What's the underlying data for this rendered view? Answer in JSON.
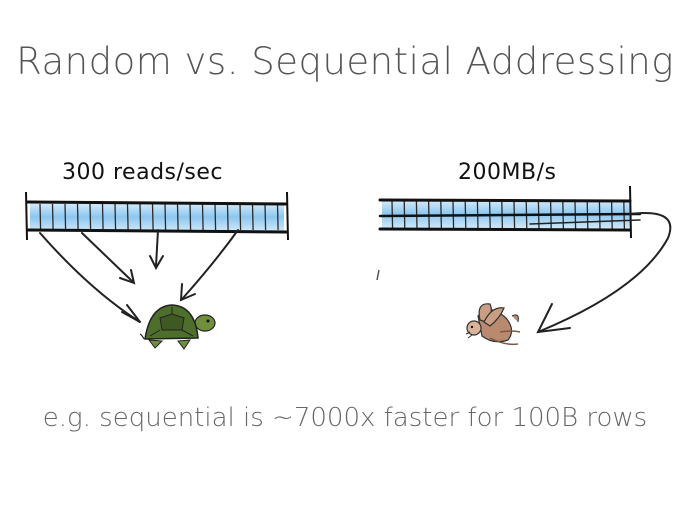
{
  "title": "Random vs. Sequential Addressing",
  "random": {
    "label": "300 reads/sec",
    "icon": "turtle-icon"
  },
  "sequential": {
    "label": "200MB/s",
    "icon": "rabbit-icon"
  },
  "caption": "e.g. sequential is ~7000x faster for 100B rows",
  "colors": {
    "bar_fill": "#9fd0f0",
    "bar_outline": "#111111",
    "turtle_shell": "#4e6e2c",
    "rabbit_fur": "#b98a6e"
  }
}
